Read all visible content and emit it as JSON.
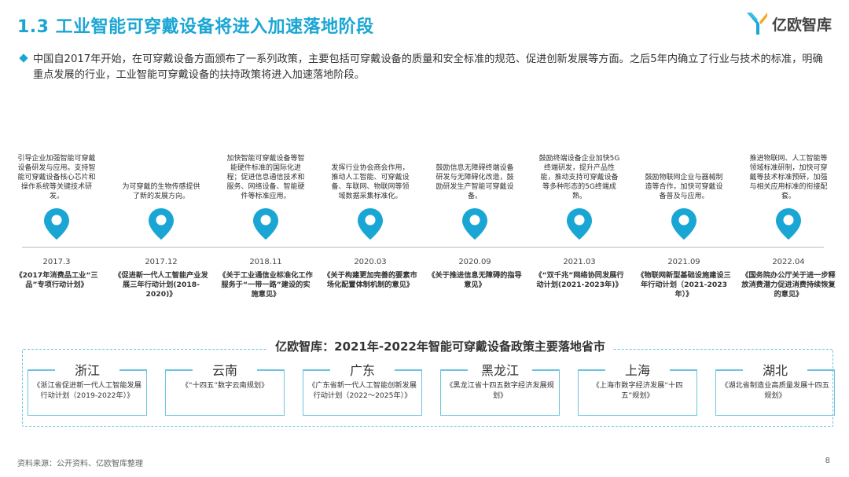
{
  "title": "1.3 工业智能可穿戴设备将进入加速落地阶段",
  "logo": {
    "text": "亿欧智库",
    "colors": {
      "left": "#1aa6d4",
      "right": "#f5a623"
    }
  },
  "intro": "中国自2017年开始，在可穿戴设备方面颁布了一系列政策，主要包括可穿戴设备的质量和安全标准的规范、促进创新发展等方面。之后5年内确立了行业与技术的标准，明确重点发展的行业，工业智能可穿戴设备的扶持政策将进入加速落地阶段。",
  "accent_color": "#1aa6d4",
  "timeline": [
    {
      "desc": "引导企业加强智能可穿戴设备研发与应用。支持智能可穿戴设备核心芯片和操作系统等关键技术研发。",
      "date": "2017.3",
      "policy": "《2017年消费品工业“三品”专项行动计划》"
    },
    {
      "desc": "为可穿戴的生物传感提供了新的发展方向。",
      "date": "2017.12",
      "policy": "《促进新一代人工智能产业发展三年行动计划(2018-2020)》"
    },
    {
      "desc": "加快智能可穿戴设备等智能硬件标准的国际化进程；促进信息通信技术和服务、网络设备、智能硬件等标准应用。",
      "date": "2018.11",
      "policy": "《关于工业通信业标准化工作服务于“一带一路”建设的实施意见》"
    },
    {
      "desc": "发挥行业协会商会作用，推动人工智能、可穿戴设备、车联网、物联网等领域数据采集标准化。",
      "date": "2020.03",
      "policy": "《关于构建更加完善的要素市场化配置体制机制的意见》"
    },
    {
      "desc": "鼓励信息无障碍终端设备研发与无障碍化改造，鼓励研发生产智能可穿戴设备。",
      "date": "2020.09",
      "policy": "《关于推进信息无障碍的指导意见》"
    },
    {
      "desc": "鼓励终端设备企业加快5G终端研发，提升产品性能，推动支持可穿戴设备等多种形态的5G终端成熟。",
      "date": "2021.03",
      "policy": "《“双千兆”网络协同发展行动计划(2021-2023年)》"
    },
    {
      "desc": "鼓励物联网企业与器械制造等合作，加快可穿戴设备普及与应用。",
      "date": "2021.09",
      "policy": "《物联网新型基础设施建设三年行动计划（2021-2023年）》"
    },
    {
      "desc": "推进物联网、人工智能等领域标准研制，加快可穿戴等技术标准预研，加强与相关应用标准的衔接配套。",
      "date": "2022.04",
      "policy": "《国务院办公厅关于进一步释放消费潜力促进消费持续恢复的意见》"
    }
  ],
  "provinces_title": "亿欧智库：2021年-2022年智能可穿戴设备政策主要落地省市",
  "provinces": [
    {
      "name": "浙江",
      "doc": "《浙江省促进新一代人工智能发展行动计划（2019-2022年）》"
    },
    {
      "name": "云南",
      "doc": "《“十四五”数字云南规划》"
    },
    {
      "name": "广东",
      "doc": "《广东省新一代人工智能创新发展行动计划（2022～2025年）》"
    },
    {
      "name": "黑龙江",
      "doc": "《黑龙江省十四五数字经济发展规划》"
    },
    {
      "name": "上海",
      "doc": "《上海市数字经济发展“十四五”规划》"
    },
    {
      "name": "湖北",
      "doc": "《湖北省制造业高质量发展十四五规划》"
    }
  ],
  "source": "资料来源：公开资料、亿欧智库整理",
  "page_number": "8"
}
